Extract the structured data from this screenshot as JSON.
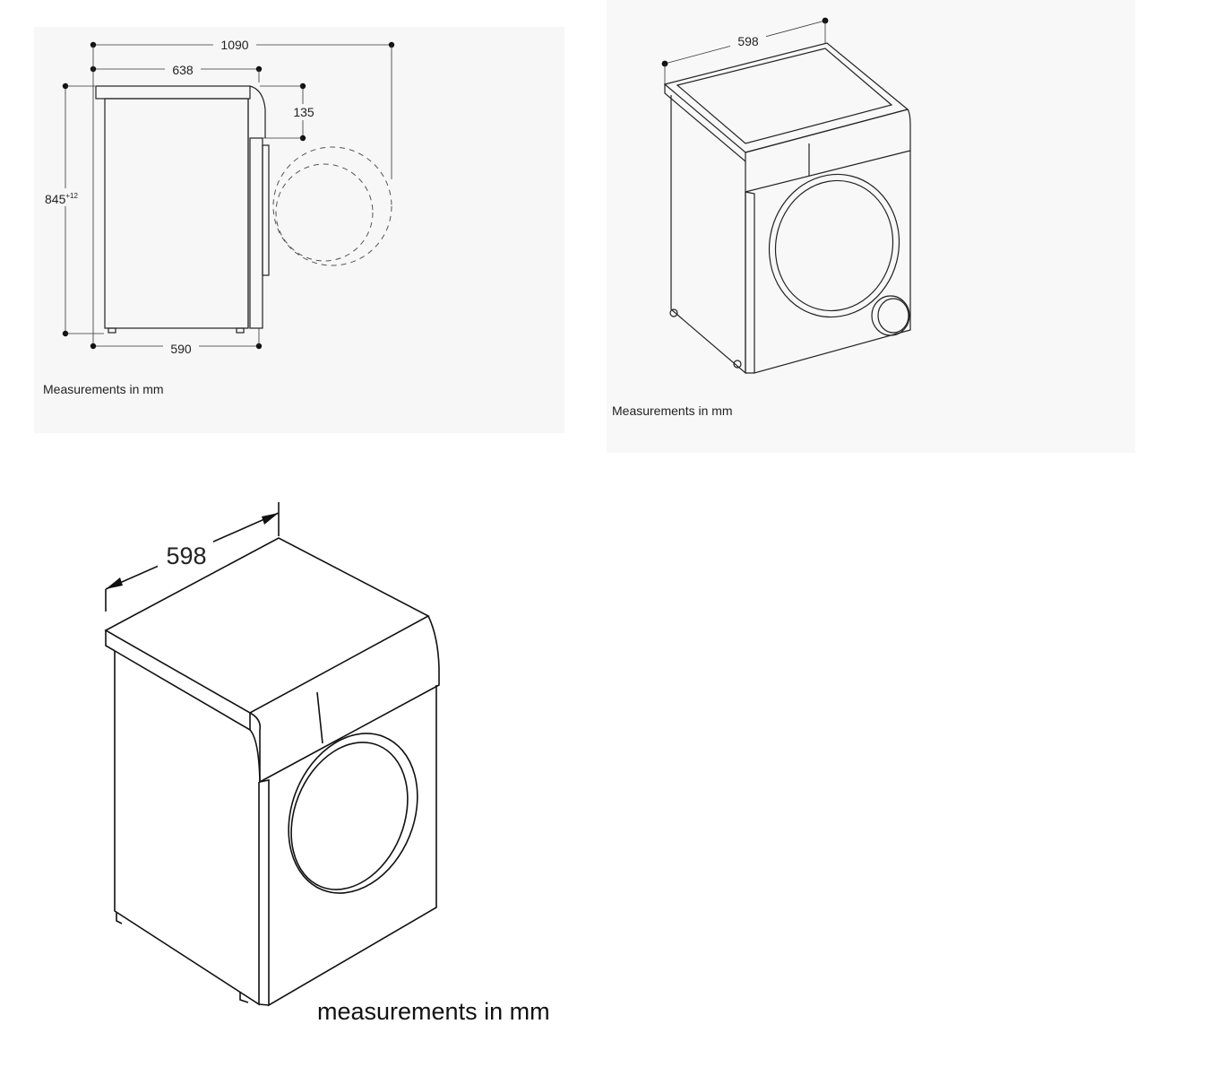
{
  "side_view": {
    "dim_total_depth": "1090",
    "dim_depth": "638",
    "dim_door_offset": "135",
    "dim_height": "845",
    "dim_height_tolerance": "+12",
    "dim_base_depth": "590",
    "caption": "Measurements in mm"
  },
  "iso_small": {
    "dim_width": "598",
    "caption": "Measurements in mm"
  },
  "iso_large": {
    "dim_width": "598",
    "caption": "measurements in mm"
  }
}
